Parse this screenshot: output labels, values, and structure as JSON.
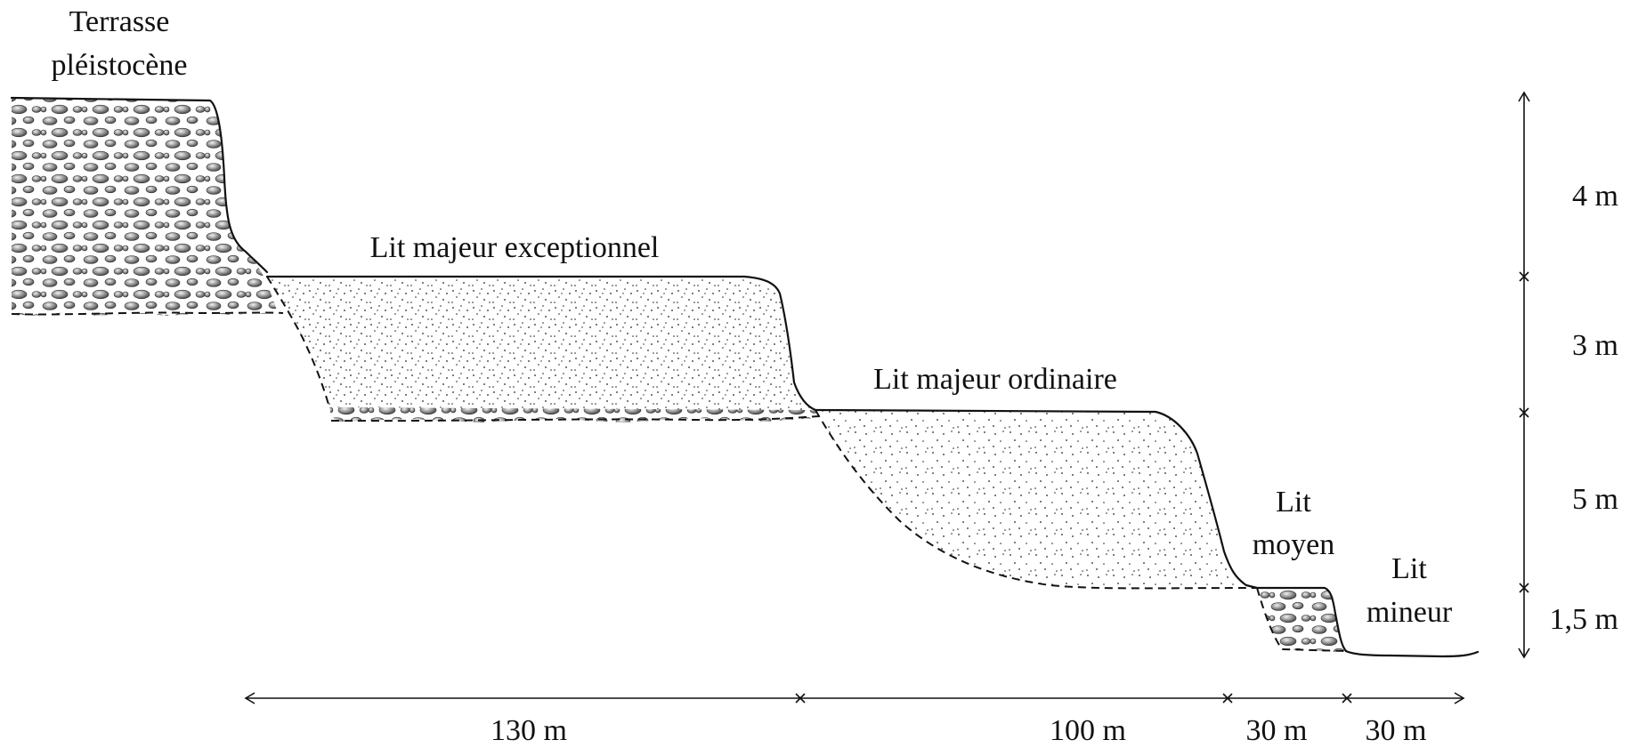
{
  "labels": {
    "terrace_line1": "Terrasse",
    "terrace_line2": "pléistocène",
    "lit_majeur_exceptionnel": "Lit majeur exceptionnel",
    "lit_majeur_ordinaire": "Lit majeur ordinaire",
    "lit_moyen_line1": "Lit",
    "lit_moyen_line2": "moyen",
    "lit_mineur_line1": "Lit",
    "lit_mineur_line2": "mineur"
  },
  "vertical_dimensions": [
    "4 m",
    "3 m",
    "5 m",
    "1,5 m"
  ],
  "horizontal_dimensions": [
    "130 m",
    "100 m",
    "30 m",
    "30 m"
  ]
}
